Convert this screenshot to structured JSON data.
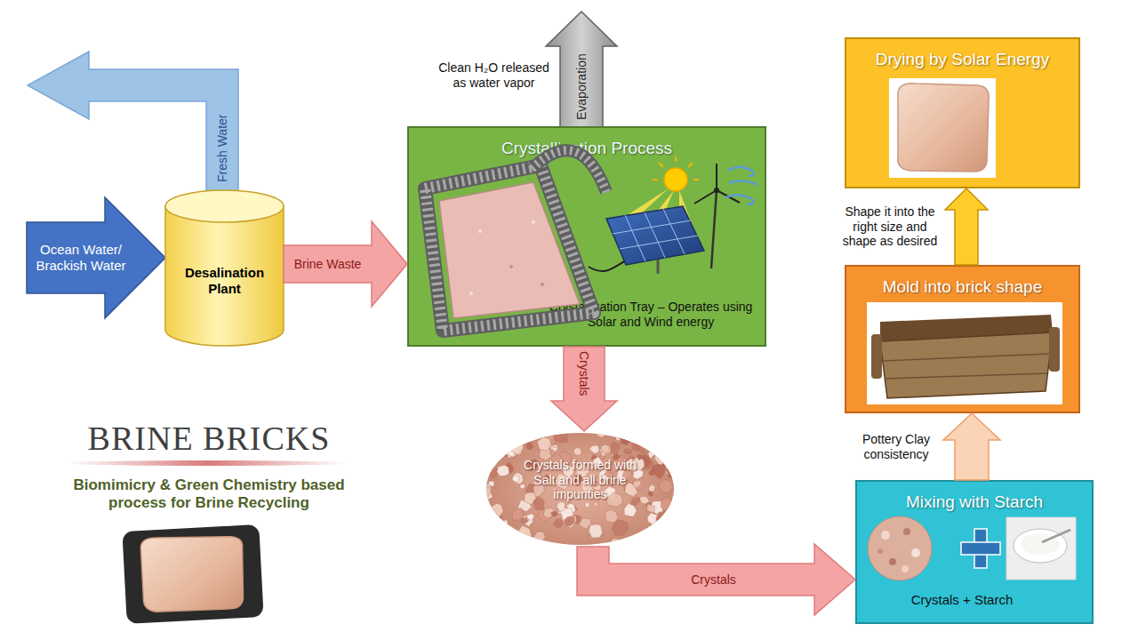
{
  "diagram": {
    "title": "BRINE BRICKS",
    "caption": "Biomimicry & Green Chemistry based process for Brine Recycling",
    "nodes": [
      {
        "text": [
          "Fresh Water"
        ]
      },
      {
        "text": [
          "Ocean Water/ Brackish Water"
        ]
      },
      {
        "text": [
          "Desalination Plant"
        ]
      },
      {
        "text": [
          "Evaporation"
        ]
      },
      {
        "text": [
          "Crystallization Process",
          "Crystallization Tray – Operates using Solar and Wind energy"
        ]
      },
      {
        "text": [
          "Crystals formed with Salt and all brine impurities"
        ]
      },
      {
        "text": [
          "Mixing with Starch",
          "Crystals + Starch"
        ]
      },
      {
        "text": [
          "Mold into brick shape"
        ]
      },
      {
        "text": [
          "Drying by Solar Energy"
        ]
      }
    ],
    "edges": [
      {
        "from": 2,
        "to": 4,
        "arrow": "to",
        "label": "Brine Waste"
      },
      {
        "from": 4,
        "to": 5,
        "arrow": "to",
        "label": "Crystals"
      },
      {
        "from": 5,
        "to": 6,
        "arrow": "to",
        "label": "Crystals"
      },
      {
        "from": 6,
        "to": 7,
        "arrow": "to",
        "label": "Pottery Clay consistency"
      },
      {
        "from": 7,
        "to": 8,
        "arrow": "to",
        "label": "Shape it into the right size and shape as desired"
      }
    ],
    "labels": [
      "Clean H₂O released as water vapor"
    ]
  }
}
